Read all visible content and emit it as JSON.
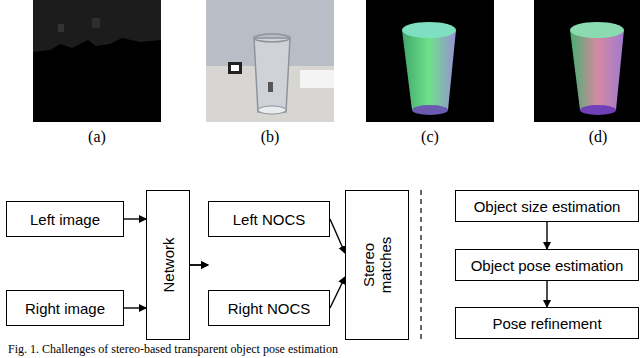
{
  "diagram": {
    "caption": "Fig. 1. Challenges of stereo-based transparent object pose estimation",
    "nodes": [
      {
        "text": [
          "Left image"
        ]
      },
      {
        "text": [
          "Right image"
        ]
      },
      {
        "text": [
          "Network"
        ]
      },
      {
        "text": [
          "Left NOCS"
        ]
      },
      {
        "text": [
          "Right NOCS"
        ]
      },
      {
        "text": [
          "Stereo matches"
        ]
      },
      {
        "text": [
          "Object size estimation"
        ]
      },
      {
        "text": [
          "Object pose estimation"
        ]
      },
      {
        "text": [
          "Pose refinement"
        ]
      }
    ],
    "edges": [
      {
        "from": 0,
        "to": 2,
        "arrow": "to"
      },
      {
        "from": 1,
        "to": 2,
        "arrow": "to"
      },
      {
        "from": 2,
        "to": 3,
        "arrow": "to"
      },
      {
        "from": 2,
        "to": 4,
        "arrow": "to"
      },
      {
        "from": 3,
        "to": 5,
        "arrow": "to"
      },
      {
        "from": 4,
        "to": 5,
        "arrow": "to"
      },
      {
        "from": 6,
        "to": 7,
        "arrow": "to"
      },
      {
        "from": 7,
        "to": 8,
        "arrow": "to"
      }
    ],
    "labels": [
      "(a)",
      "(b)",
      "(c)",
      "(d)"
    ]
  }
}
